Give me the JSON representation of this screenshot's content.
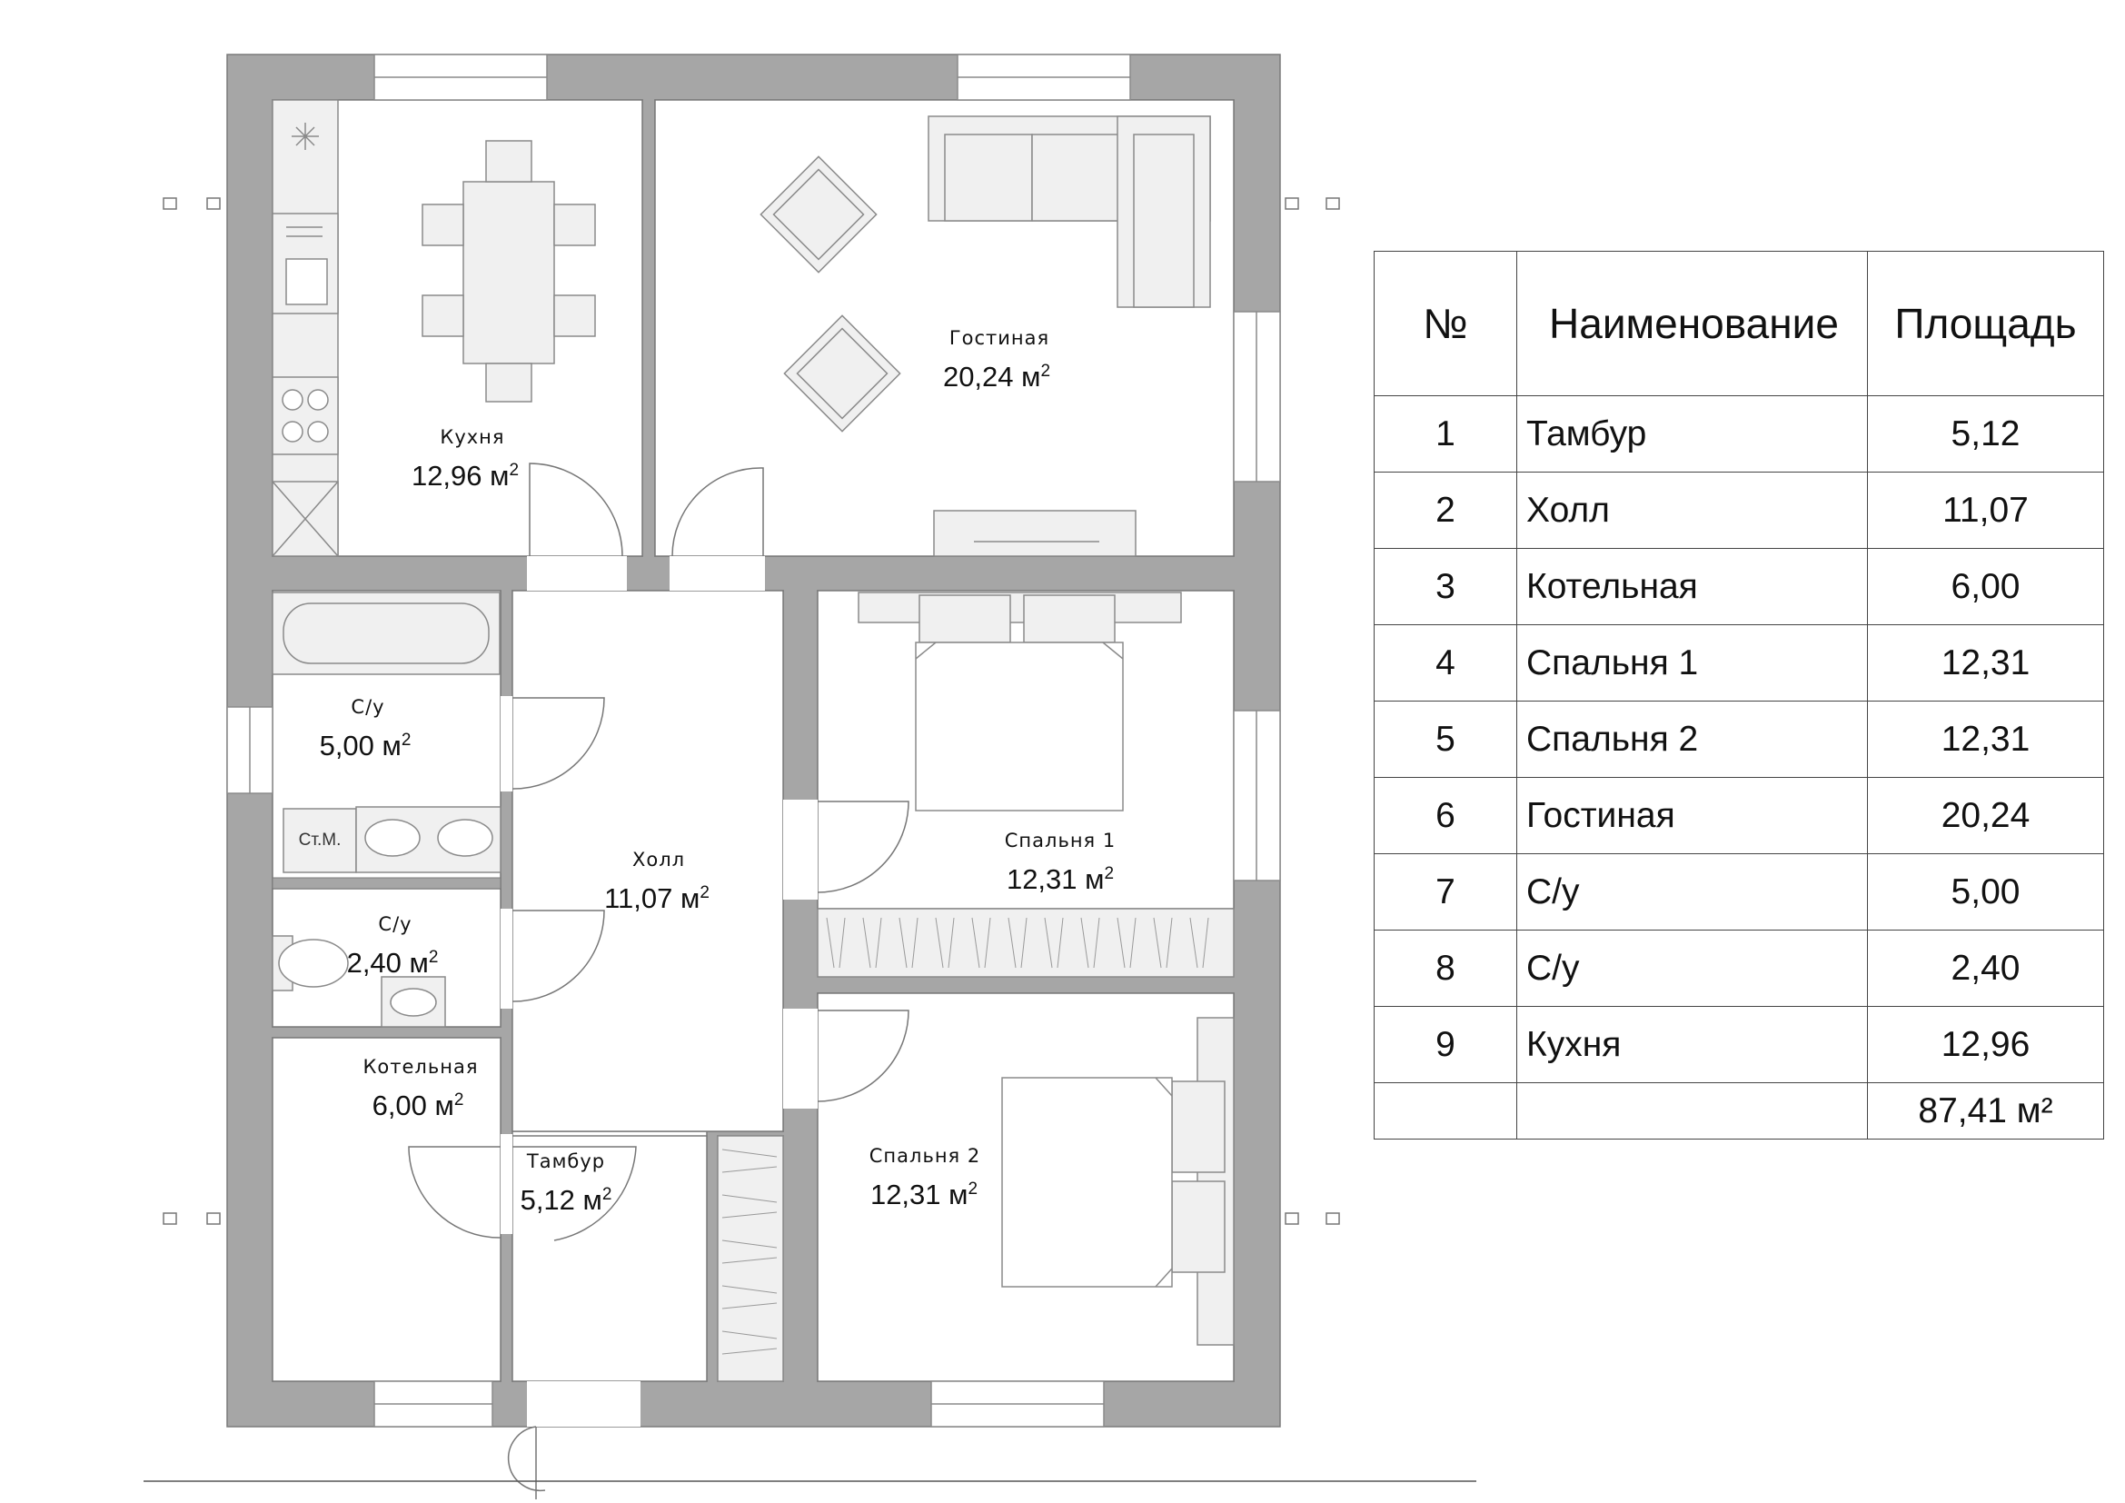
{
  "rooms": {
    "kitchen": {
      "name": "Кухня",
      "area": "12,96 м",
      "sup": "2"
    },
    "living": {
      "name": "Гостиная",
      "area": "20,24 м",
      "sup": "2"
    },
    "bath1": {
      "name": "С/у",
      "area": "5,00 м",
      "sup": "2"
    },
    "bath2": {
      "name": "С/у",
      "area": "2,40 м",
      "sup": "2"
    },
    "hall": {
      "name": "Холл",
      "area": "11,07 м",
      "sup": "2"
    },
    "bedroom1": {
      "name": "Спальня 1",
      "area": "12,31 м",
      "sup": "2"
    },
    "bedroom2": {
      "name": "Спальня 2",
      "area": "12,31 м",
      "sup": "2"
    },
    "boiler": {
      "name": "Котельная",
      "area": "6,00 м",
      "sup": "2"
    },
    "vestibule": {
      "name": "Тамбур",
      "area": "5,12 м",
      "sup": "2"
    }
  },
  "washer_label": "Ст.М.",
  "table": {
    "headers": [
      "№",
      "Наименование",
      "Площадь"
    ],
    "rows": [
      {
        "num": "1",
        "name": "Тамбур",
        "area": "5,12"
      },
      {
        "num": "2",
        "name": "Холл",
        "area": "11,07"
      },
      {
        "num": "3",
        "name": "Котельная",
        "area": "6,00"
      },
      {
        "num": "4",
        "name": "Спальня 1",
        "area": "12,31"
      },
      {
        "num": "5",
        "name": "Спальня 2",
        "area": "12,31"
      },
      {
        "num": "6",
        "name": "Гостиная",
        "area": "20,24"
      },
      {
        "num": "7",
        "name": "С/у",
        "area": "5,00"
      },
      {
        "num": "8",
        "name": "С/у",
        "area": "2,40"
      },
      {
        "num": "9",
        "name": "Кухня",
        "area": "12,96"
      }
    ],
    "total": "87,41 м²"
  },
  "colors": {
    "wall": "#a6a6a6",
    "furniture": "#f0f0f0",
    "line": "#8a8a8a"
  }
}
